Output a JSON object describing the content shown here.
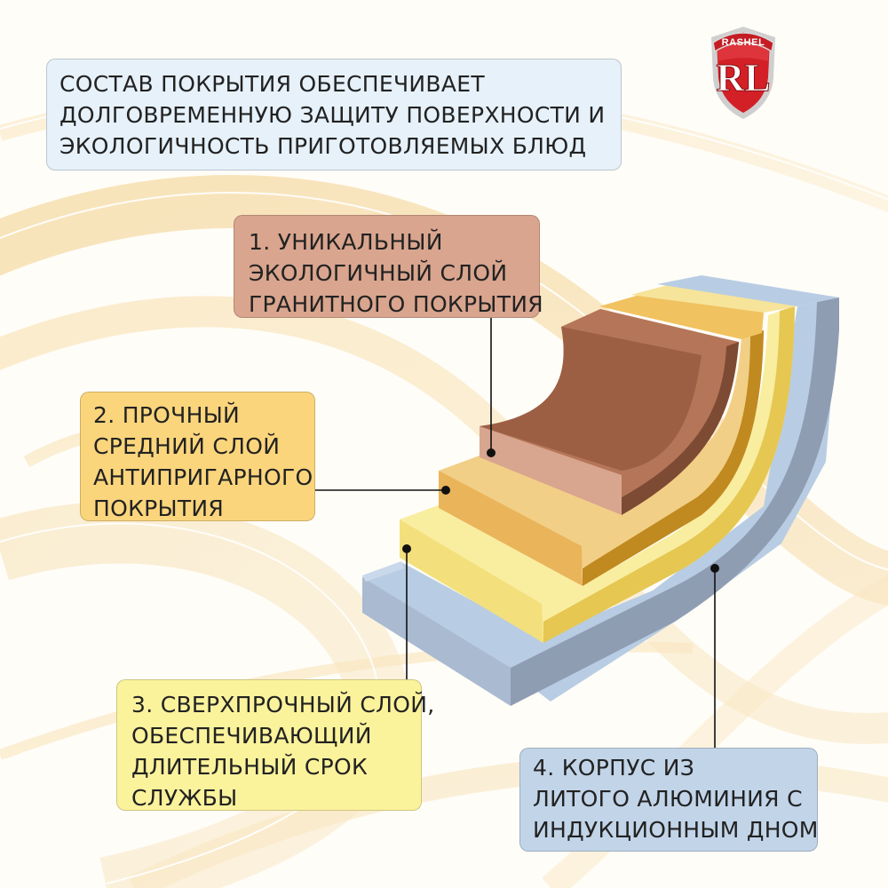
{
  "brand": {
    "name": "RASHEL",
    "monogram": "RL",
    "colors": {
      "shield": "#d32027",
      "border": "#c9c9c9"
    }
  },
  "headline": {
    "lines": [
      "СОСТАВ ПОКРЫТИЯ ОБЕСПЕЧИВАЕТ",
      "ДОЛГОВРЕМЕННУЮ ЗАЩИТУ ПОВЕРХНОСТИ И",
      "ЭКОЛОГИЧНОСТЬ ПРИГОТОВЛЯЕМЫХ БЛЮД"
    ]
  },
  "layers": [
    {
      "lines": [
        "1. УНИКАЛЬНЫЙ",
        "ЭКОЛОГИЧНЫЙ СЛОЙ",
        "ГРАНИТНОГО ПОКРЫТИЯ"
      ],
      "color": "#d9a58e"
    },
    {
      "lines": [
        "2. ПРОЧНЫЙ",
        "СРЕДНИЙ СЛОЙ",
        "АНТИПРИГАРНОГО",
        "ПОКРЫТИЯ"
      ],
      "color": "#fbd57c"
    },
    {
      "lines": [
        "3. СВЕРХПРОЧНЫЙ СЛОЙ,",
        "ОБЕСПЕЧИВАЮЩИЙ",
        "ДЛИТЕЛЬНЫЙ СРОК",
        "СЛУЖБЫ"
      ],
      "color": "#fbf29c"
    },
    {
      "lines": [
        "4. КОРПУС ИЗ",
        "ЛИТОГО АЛЮМИНИЯ С",
        "ИНДУКЦИОННЫМ ДНОМ"
      ],
      "color": "#c2d4e8"
    }
  ]
}
